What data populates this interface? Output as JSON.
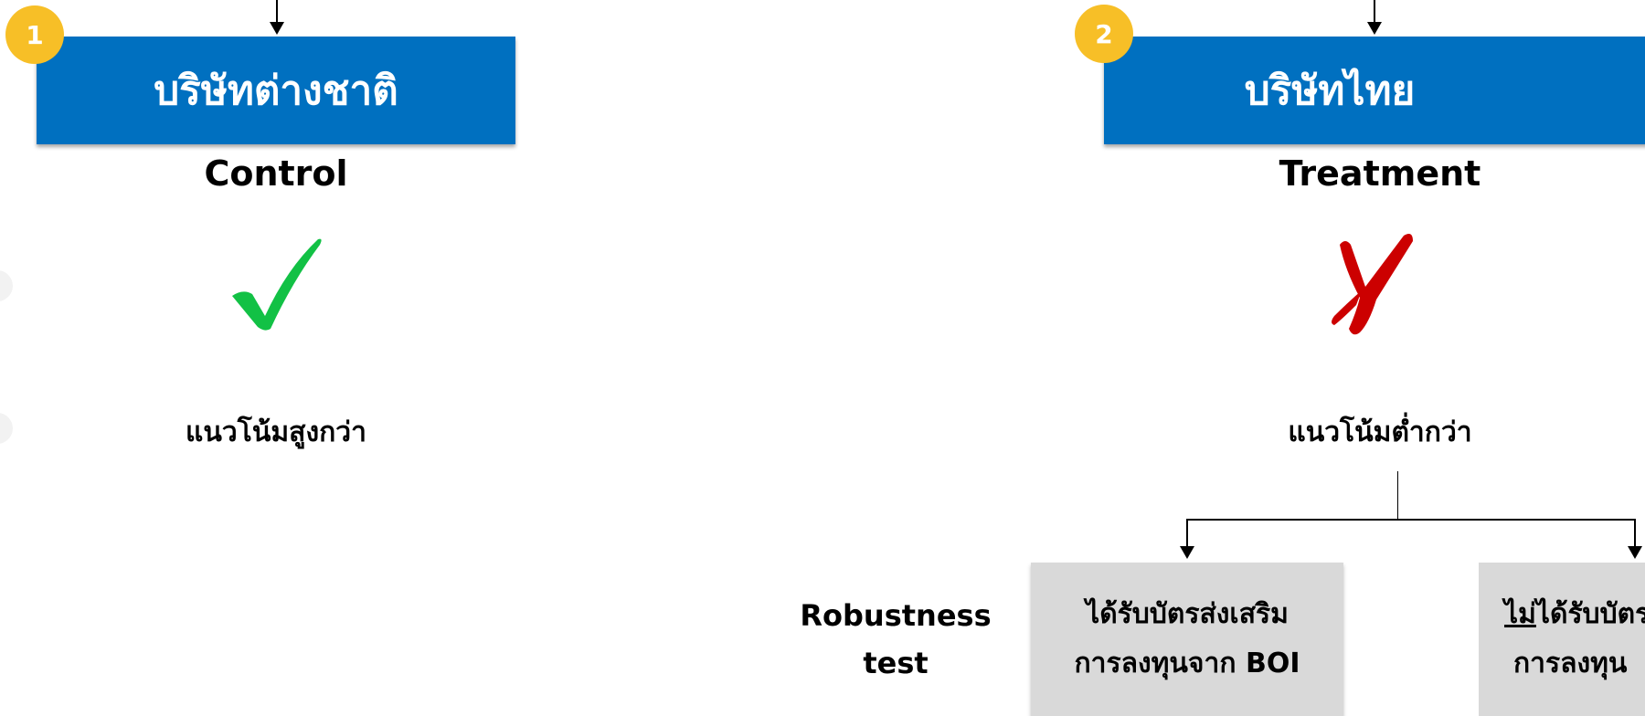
{
  "left": {
    "badge": "1",
    "title": "บริษัทต่างชาติ",
    "group": "Control",
    "trend": "แนวโน้มสูงกว่า",
    "mark_icon": "check-icon",
    "mark_color": "#12c145"
  },
  "right": {
    "badge": "2",
    "title": "บริษัทไทย",
    "group": "Treatment",
    "trend": "แนวโน้มต่ำกว่า",
    "mark_icon": "cross-icon",
    "mark_color": "#cc0000"
  },
  "robustness": {
    "line1": "Robustness",
    "line2": "test"
  },
  "box_a": {
    "line1": "ได้รับบัตรส่งเสริม",
    "line2": "การลงทุนจาก BOI"
  },
  "box_b": {
    "line1_prefix": "ไม่",
    "line1_rest": "ได้รับบัตร",
    "line2": "การลงทุน"
  },
  "colors": {
    "header": "#0070c0",
    "badge": "#f7bf27",
    "box": "#d9d9d9"
  }
}
